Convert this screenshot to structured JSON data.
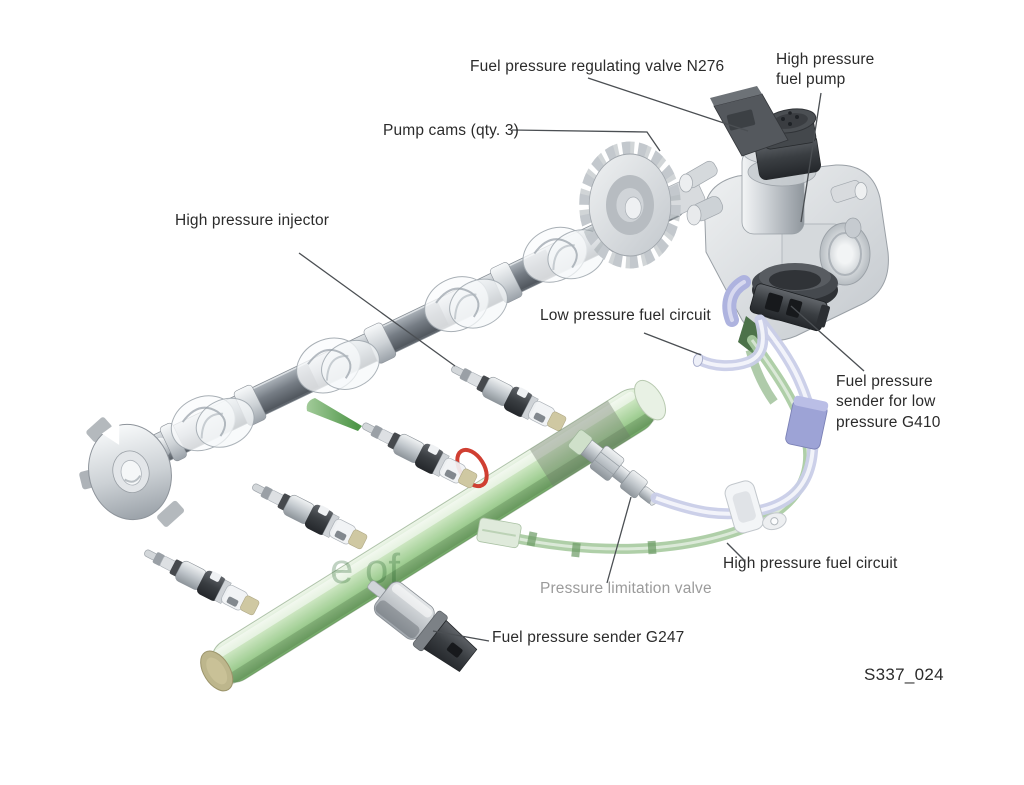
{
  "figure": {
    "reference_code": "S337_024",
    "watermark": "e of",
    "labels": {
      "regulating_valve": "Fuel pressure regulating valve N276",
      "fuel_pump": "High pressure fuel pump",
      "pump_cams": "Pump cams (qty. 3)",
      "injector": "High pressure injector",
      "low_pressure_circuit": "Low pressure fuel circuit",
      "g410": "Fuel pressure sender for low pressure G410",
      "high_pressure_circuit": "High pressure fuel circuit",
      "pressure_limitation_valve": "Pressure limitation valve",
      "g247": "Fuel pressure sender G247"
    },
    "colors": {
      "label_text": "#2b2b2b",
      "muted_label_text": "#9b9b9b",
      "fuel_rail_green": "#97c989",
      "high_pressure_tube_green": "#a8cba1",
      "low_pressure_tube_lavender": "#c9cde8",
      "sender_block_lavender": "#9da3d6",
      "seal_ring_red": "#cd3527",
      "rail_end_cap_khaki": "#b9b184",
      "metal_light": "#d8dcdf",
      "metal_dark": "#3a3e42"
    }
  }
}
